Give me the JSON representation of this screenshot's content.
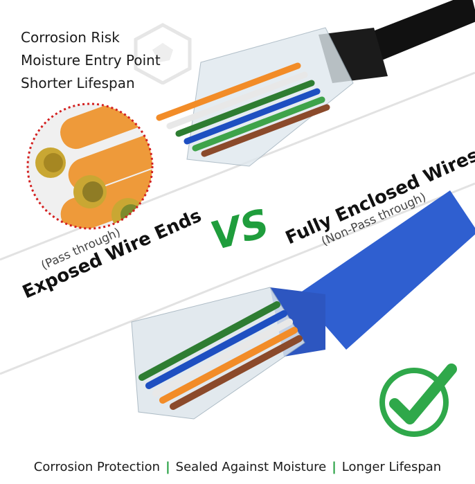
{
  "risks": [
    "Corrosion Risk",
    "Moisture Entry Point",
    "Shorter Lifespan"
  ],
  "left_label": {
    "small": "(Pass through)",
    "big": "Exposed Wire Ends"
  },
  "vs_text": "VS",
  "right_label": {
    "big": "Fully Enclosed Wires",
    "small": "(Non-Pass through)"
  },
  "benefits": [
    "Corrosion Protection",
    "Sealed Against Moisture",
    "Longer Lifespan"
  ],
  "colors": {
    "accent_green": "#1f9d3c",
    "cable_blue": "#2f5fd0",
    "cable_black": "#111111",
    "warning_red": "#d32020"
  },
  "icons": [
    "corrosion-hex-icon",
    "checkmark-circle-icon"
  ]
}
